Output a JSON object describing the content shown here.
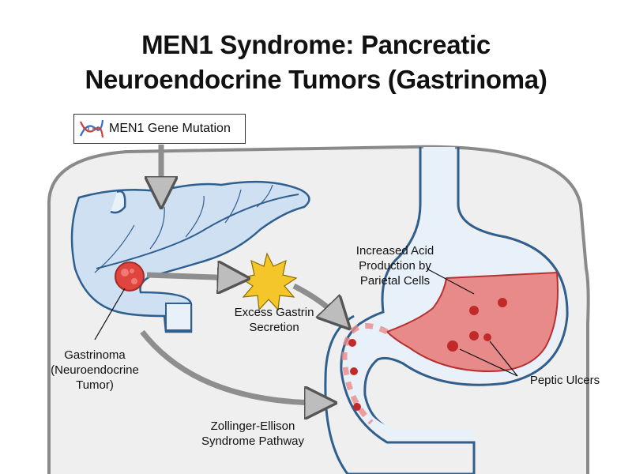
{
  "title": {
    "line1": "MEN1 Syndrome: Pancreatic",
    "line2": "Neuroendocrine Tumors (Gastrinoma)"
  },
  "labels": {
    "gene_mutation": "MEN1 Gene Mutation",
    "gastrinoma": [
      "Gastrinoma",
      "(Neuroendocrine",
      "Tumor)"
    ],
    "excess_gastrin": [
      "Excess Gastrin",
      "Secretion"
    ],
    "increased_acid": [
      "Increased Acid",
      "Production by",
      "Parietal Cells"
    ],
    "peptic_ulcers": "Peptic Ulcers",
    "zollinger": [
      "Zollinger-Ellison",
      "Syndrome Pathway"
    ]
  },
  "icons": {
    "dna": "dna-icon",
    "gastrin_burst": "starburst-icon"
  },
  "colors": {
    "pancreas": "#cfe0f2",
    "outline": "#2e5f8f",
    "tumor": "#e0443e",
    "gastrin": "#f5c62a",
    "stomach_acid": "#e88a8a",
    "arrow": "#bfbfbf"
  }
}
